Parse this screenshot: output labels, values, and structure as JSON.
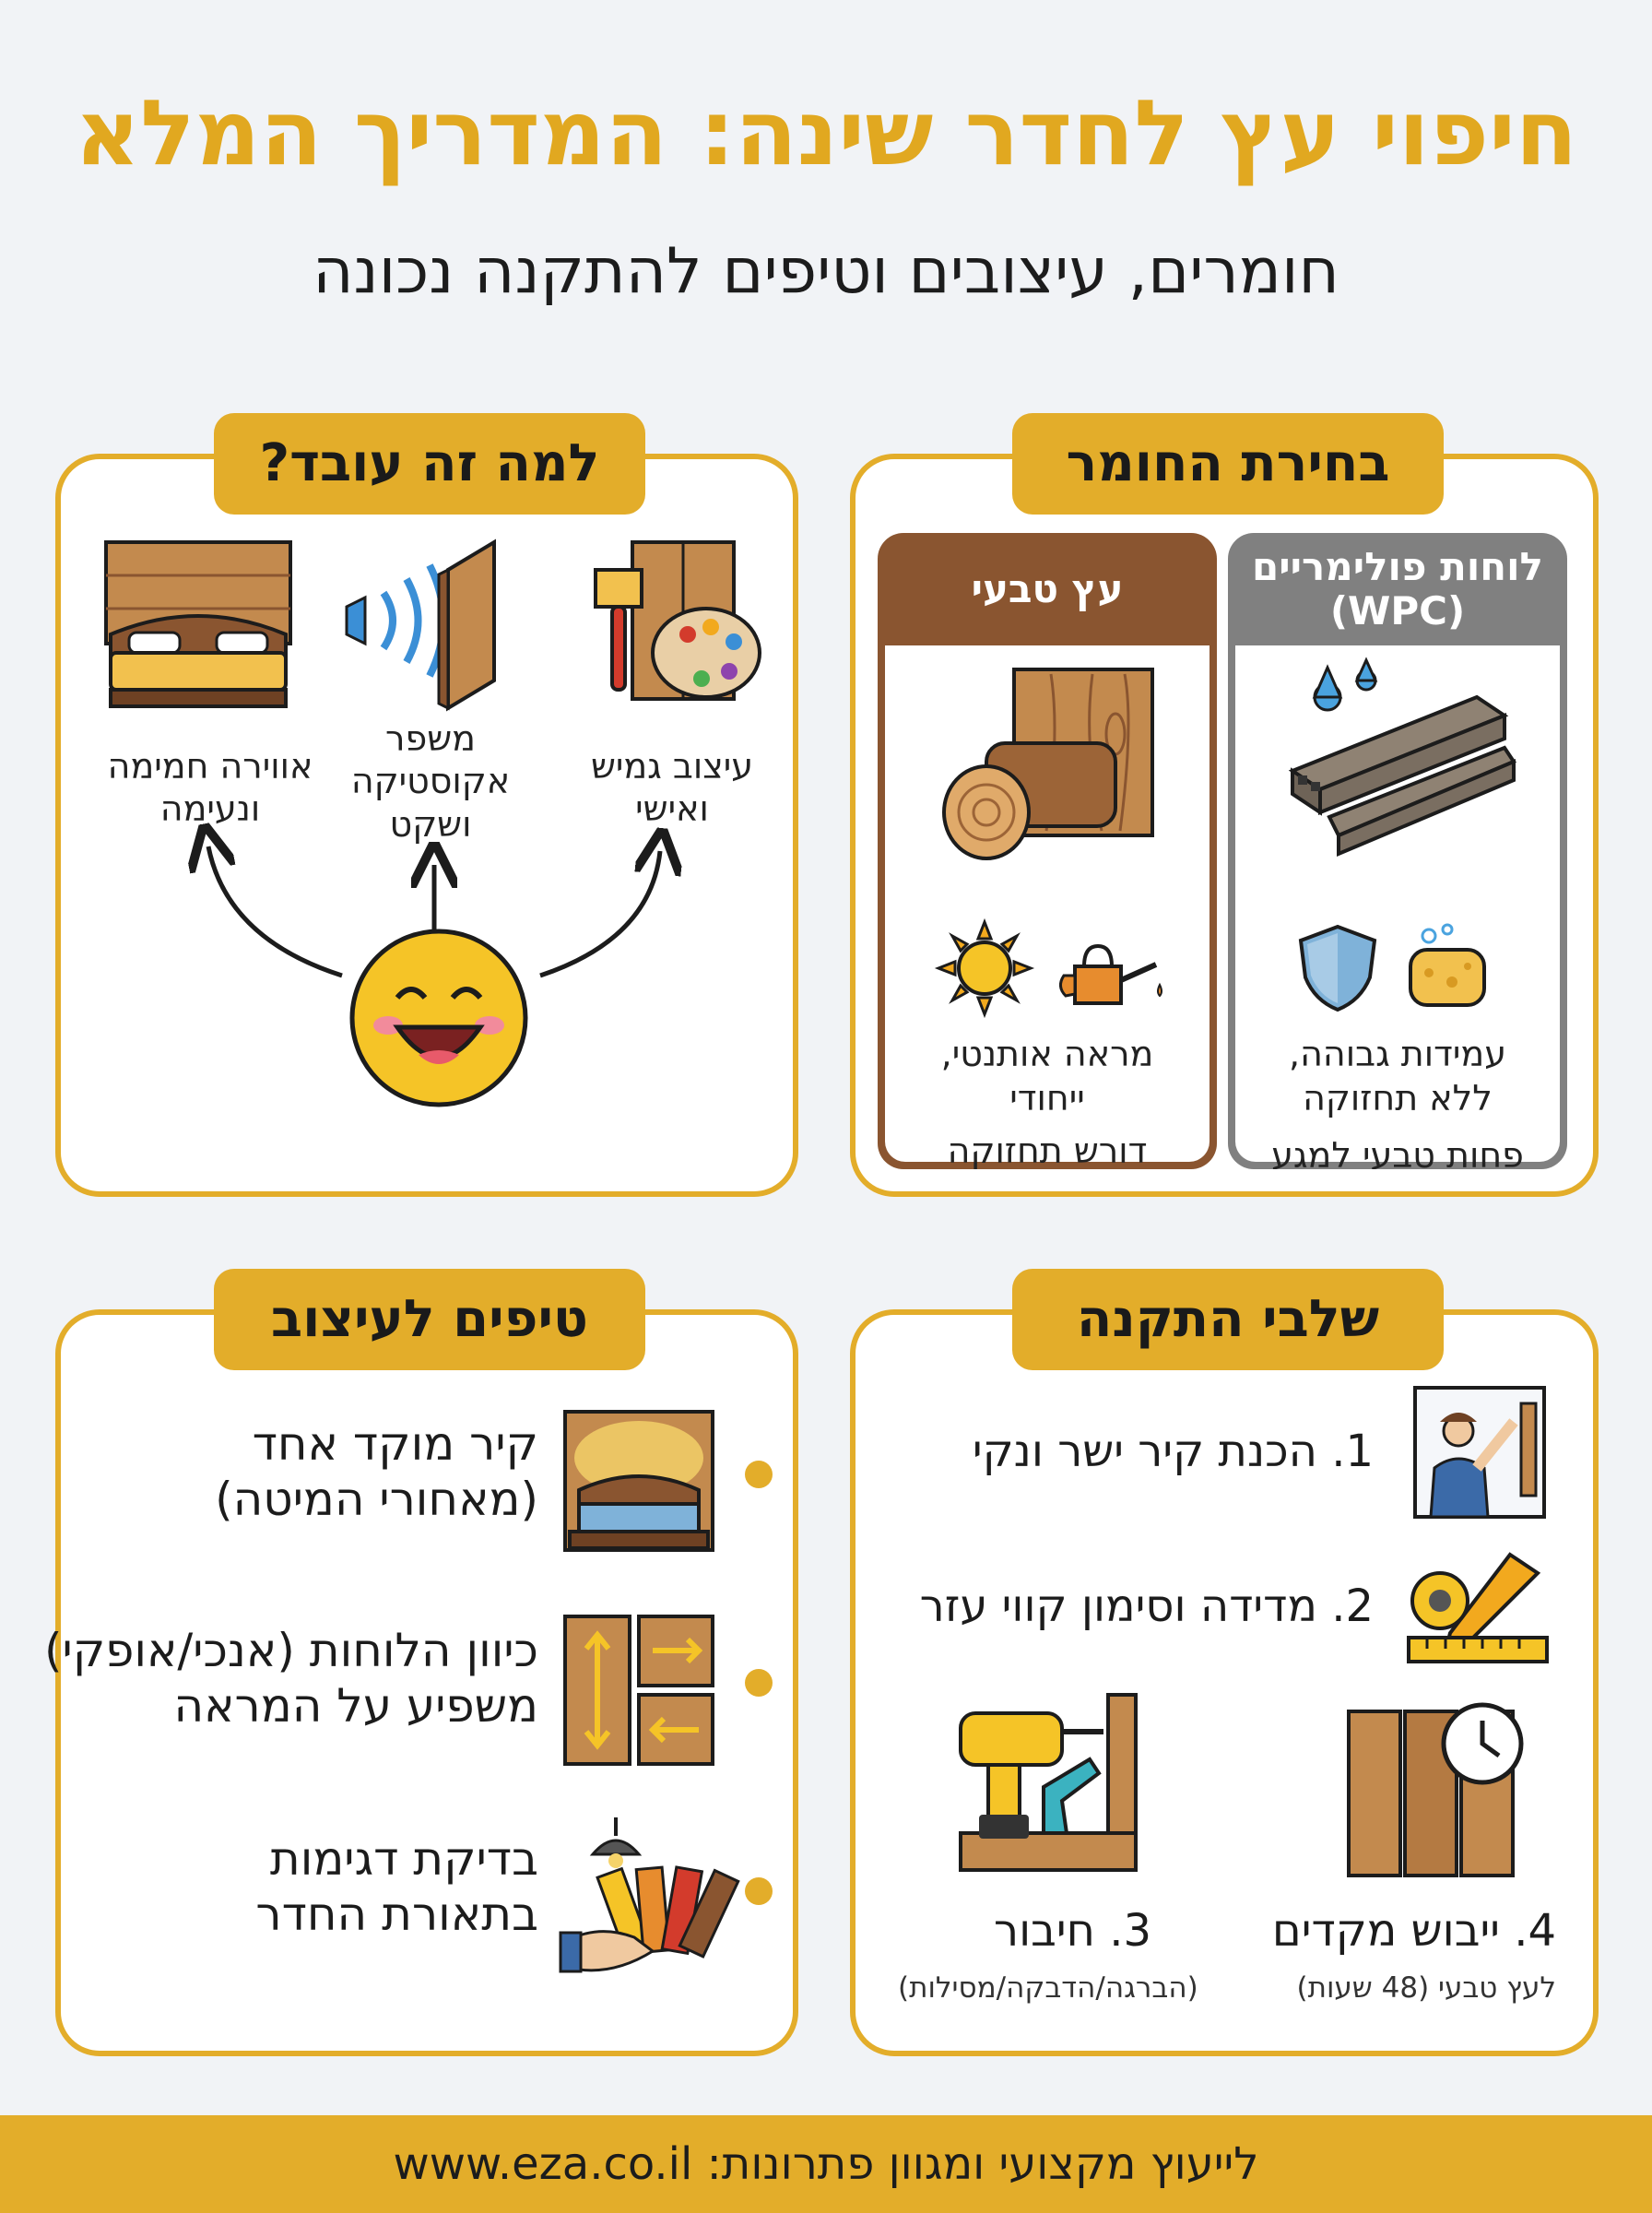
{
  "header": {
    "title": "חיפוי עץ לחדר שינה: המדריך המלא",
    "subtitle": "חומרים, עיצובים וטיפים להתקנה נכונה"
  },
  "material": {
    "label": "בחירת החומר",
    "wpc": {
      "title": "לוחות פולימריים (WPC)",
      "pro": "עמידות גבוהה, ללא תחזוקה",
      "con": "פחות טבעי למגע"
    },
    "natural": {
      "title": "עץ טבעי",
      "pro": "מראה אותנטי, ייחודי",
      "con": "דורש תחזוקה (שימון/צביעה)"
    }
  },
  "why": {
    "label": "למה זה עובד?",
    "items": [
      {
        "label": "עיצוב גמיש ואישי"
      },
      {
        "label": "משפר אקוסטיקה ושקט"
      },
      {
        "label": "אווירה חמימה ונעימה"
      }
    ]
  },
  "steps": {
    "label": "שלבי התקנה",
    "items": [
      {
        "text": "1. הכנת קיר ישר ונקי"
      },
      {
        "text": "2. מדידה וסימון קווי עזר"
      },
      {
        "text": "3. חיבור",
        "note": "(הברגה/הדבקה/מסילות)"
      },
      {
        "text": "4. ייבוש מקדים",
        "note": "לעץ טבעי (48 שעות)"
      }
    ]
  },
  "tips": {
    "label": "טיפים לעיצוב",
    "items": [
      {
        "line1": "קיר מוקד אחד",
        "line2": "(מאחורי המיטה)"
      },
      {
        "line1": "כיוון הלוחות (אנכי/אופקי)",
        "line2": "משפיע על המראה"
      },
      {
        "line1": "בדיקת דגימות",
        "line2": "בתאורת החדר"
      }
    ]
  },
  "footer": {
    "text": "לייעוץ מקצועי ומגוון פתרונות:",
    "url": "www.eza.co.il"
  },
  "colors": {
    "accent": "#e3ad2a",
    "title": "#e1a820",
    "wood_brown": "#8a5530",
    "wpc_gray": "#808080"
  }
}
